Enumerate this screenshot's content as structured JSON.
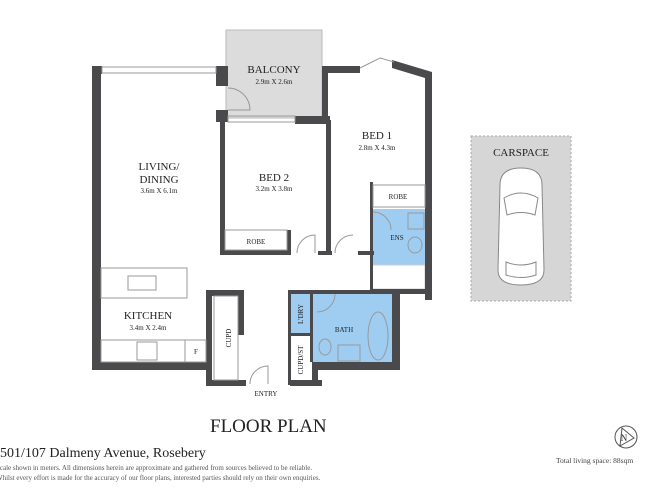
{
  "title": "FLOOR PLAN",
  "address": "501/107 Dalmeny Avenue, Rosebery",
  "disclaimer_line1": "Scale shown in meters. All dimensions herein are approximate and gathered from sources believed to be reliable.",
  "disclaimer_line2": "Whilst every effort is made for the accuracy of our floor plans, interested parties should rely on their own enquiries.",
  "total_living_space": "Total living space: 88sqm",
  "compass": "N",
  "colors": {
    "wall": "#4a4a4c",
    "wet_area": "#9fcdf2",
    "outdoor": "#dcdcdc"
  },
  "rooms": {
    "balcony": {
      "name": "BALCONY",
      "size": "2.9m X 2.6m"
    },
    "bed1": {
      "name": "BED 1",
      "size": "2.8m X 4.3m"
    },
    "bed2": {
      "name": "BED 2",
      "size": "3.2m X 3.8m"
    },
    "living": {
      "name1": "LIVING/",
      "name2": "DINING",
      "size": "3.6m X 6.1m"
    },
    "kitchen": {
      "name": "KITCHEN",
      "size": "3.4m X 2.4m"
    },
    "robe1": "ROBE",
    "robe2": "ROBE",
    "ens": "ENS",
    "bath": "BATH",
    "laundry": "L'DRY",
    "cupd": "CUPD",
    "cupd_st": "CUPD/ST",
    "fridge": "F",
    "entry": "ENTRY",
    "carspace": "CARSPACE"
  }
}
